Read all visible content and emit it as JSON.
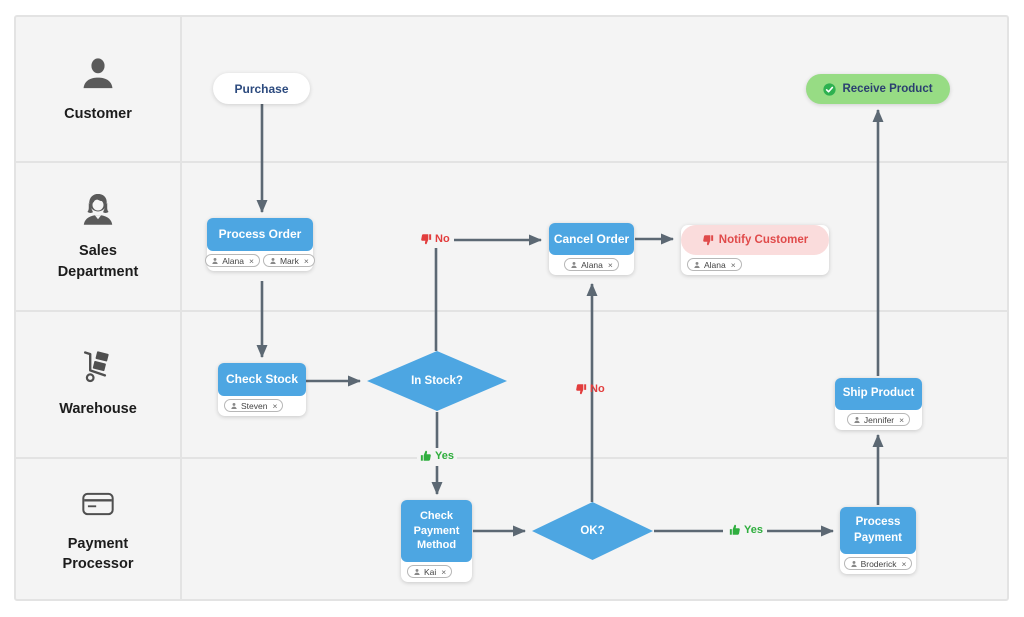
{
  "lanes": [
    {
      "label": "Customer"
    },
    {
      "label": "Sales Department"
    },
    {
      "label": "Warehouse"
    },
    {
      "label": "Payment Processor"
    }
  ],
  "nodes": {
    "purchase": {
      "label": "Purchase"
    },
    "process_order": {
      "label": "Process Order",
      "assignees": [
        "Alana",
        "Mark"
      ]
    },
    "cancel_order": {
      "label": "Cancel Order",
      "assignees": [
        "Alana"
      ]
    },
    "notify_customer": {
      "label": "Notify Customer",
      "assignees": [
        "Alana"
      ]
    },
    "receive_product": {
      "label": "Receive Product"
    },
    "check_stock": {
      "label": "Check Stock",
      "assignees": [
        "Steven"
      ]
    },
    "in_stock": {
      "label": "In Stock?"
    },
    "check_payment_method": {
      "label": "Check Payment Method",
      "assignees": [
        "Kai"
      ]
    },
    "ok": {
      "label": "OK?"
    },
    "process_payment": {
      "label": "Process Payment",
      "assignees": [
        "Broderick"
      ]
    },
    "ship_product": {
      "label": "Ship Product",
      "assignees": [
        "Jennifer"
      ]
    }
  },
  "edge_labels": {
    "yes": "Yes",
    "no": "No"
  },
  "ui": {
    "remove_glyph": "×"
  },
  "colors": {
    "node_blue": "#4da6e2",
    "arrow_gray": "#5c6873",
    "yes_green": "#2fae3e",
    "no_red": "#e23d3d",
    "notify_pink_bg": "#fadcdc",
    "receive_green_bg": "#97dc84",
    "start_end_text": "#2c4a7e",
    "lane_bg": "#f4f4f4"
  }
}
